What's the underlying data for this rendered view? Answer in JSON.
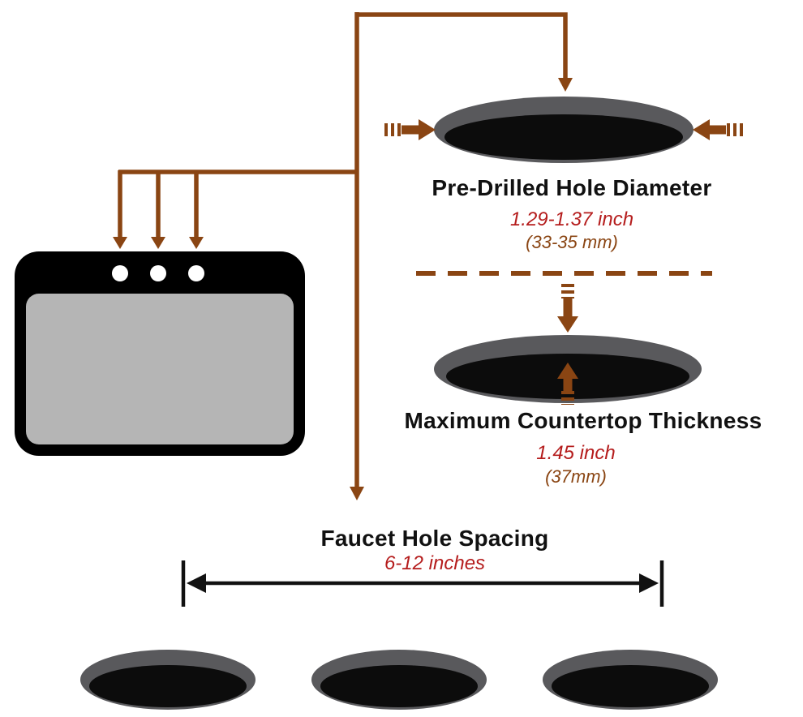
{
  "diagram": {
    "hole_diameter": {
      "title": "Pre-Drilled Hole Diameter",
      "range_in": "1.29-1.37 inch",
      "range_mm": "(33-35 mm)"
    },
    "countertop_thickness": {
      "title": "Maximum Countertop Thickness",
      "value_in": "1.45 inch",
      "value_mm": "(37mm)"
    },
    "faucet_spacing": {
      "title": "Faucet Hole Spacing",
      "range": "6-12 inches"
    }
  },
  "colors": {
    "accent_brown": "#8a4513",
    "value_red": "#b51d1d",
    "hole_gray": "#59595c",
    "hole_black": "#0c0c0c",
    "sink_body": "#000000",
    "sink_basin": "#b5b5b5",
    "measure_black": "#111111"
  }
}
